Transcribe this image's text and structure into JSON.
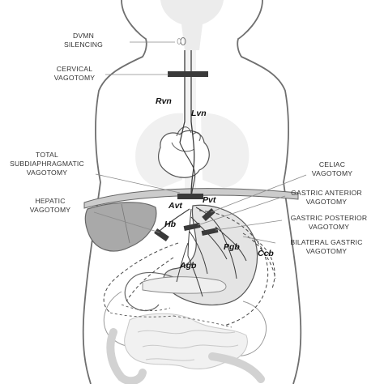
{
  "labels": {
    "dvmn": [
      "DVMN",
      "SILENCING"
    ],
    "cervical": [
      "CERVICAL",
      "VAGOTOMY"
    ],
    "total_subdiaphragmatic": [
      "TOTAL",
      "SUBDIAPHRAGMATIC",
      "VAGOTOMY"
    ],
    "hepatic": [
      "HEPATIC",
      "VAGOTOMY"
    ],
    "celiac": [
      "CELIAC",
      "VAGOTOMY"
    ],
    "gastric_anterior": [
      "GASTRIC ANTERIOR",
      "VAGOTOMY"
    ],
    "gastric_posterior": [
      "GASTRIC POSTERIOR",
      "VAGOTOMY"
    ],
    "bilateral_gastric": [
      "BILATERAL GASTRIC",
      "VAGOTOMY"
    ]
  },
  "nerves": {
    "rvn": "Rvn",
    "lvn": "Lvn",
    "avt": "Avt",
    "pvt": "Pvt",
    "hb": "Hb",
    "pgb": "Pgb",
    "agb": "Agb",
    "ccb": "Ccb"
  },
  "colors": {
    "body_outline": "#6f6f6f",
    "organ_fill": "#e4e4e4",
    "liver_fill": "#a9a9a9",
    "cut_bar": "#3a3a3a",
    "nerve_line": "#3c3c3c",
    "leader_line": "#8a8a8a"
  }
}
